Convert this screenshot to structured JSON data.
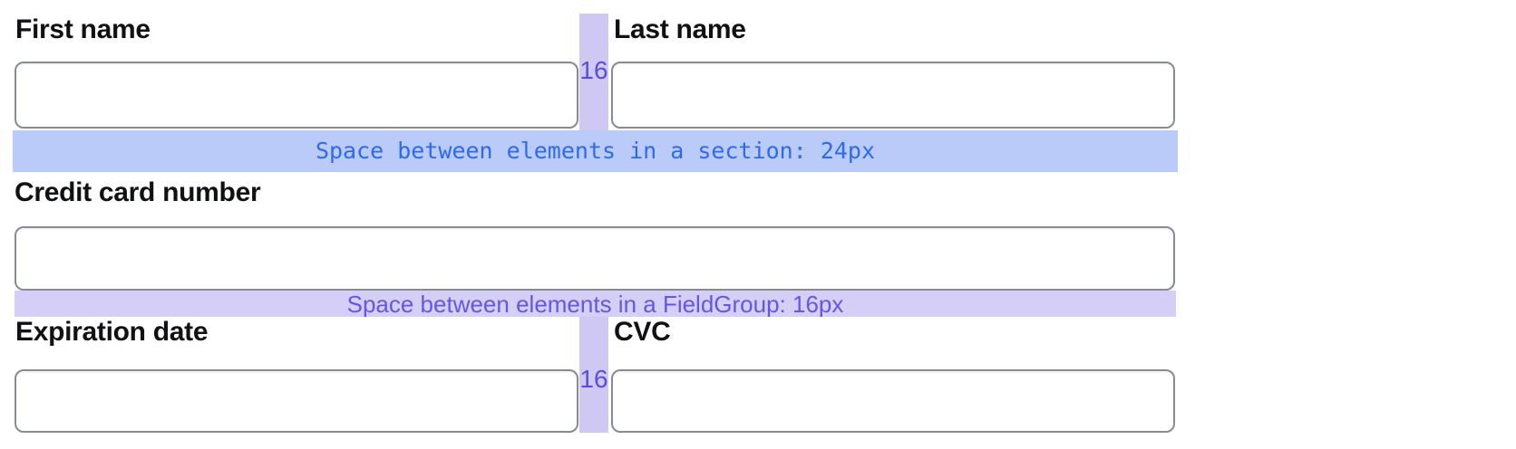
{
  "fields": {
    "first_name": {
      "label": "First name",
      "value": ""
    },
    "last_name": {
      "label": "Last name",
      "value": ""
    },
    "credit_card_number": {
      "label": "Credit card number",
      "value": ""
    },
    "expiration_date": {
      "label": "Expiration date",
      "value": ""
    },
    "cvc": {
      "label": "CVC",
      "value": ""
    }
  },
  "annotations": {
    "section_spacer": {
      "text": "Space between elements in a section: 24px",
      "bg": "#bacbfa",
      "text_color": "#2d6af0"
    },
    "fieldgroup_spacer": {
      "text": "Space between elements in a FieldGroup: 16px",
      "bg": "#d5cef6",
      "text_color": "#6457e8"
    },
    "fieldgroup_gap": {
      "label": "16",
      "bg": "#cfc8f3",
      "text_color": "#5a4cdf"
    }
  },
  "colors": {
    "background": "#ffffff",
    "label_text": "#0f1115",
    "input_border": "#878b95"
  }
}
